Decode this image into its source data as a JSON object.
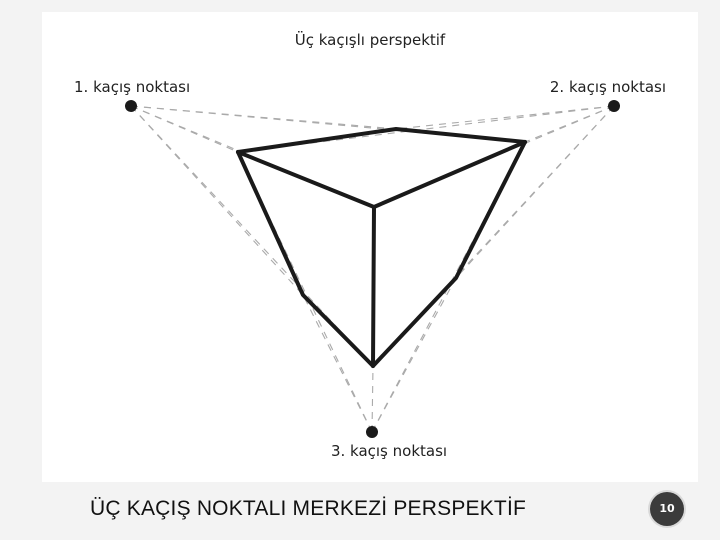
{
  "diagram": {
    "title": "Üç kaçışlı perspektif",
    "vanishing_points": [
      {
        "label": "1. kaçış noktası"
      },
      {
        "label": "2. kaçış noktası"
      },
      {
        "label": "3. kaçış noktası"
      }
    ],
    "colors": {
      "edges": "#1a1a1a",
      "guide_lines": "#aaaaaa",
      "points": "#1a1a1a"
    }
  },
  "slide": {
    "title": "ÜÇ KAÇIŞ NOKTALI MERKEZİ PERSPEKTİF",
    "page_number": "10"
  }
}
